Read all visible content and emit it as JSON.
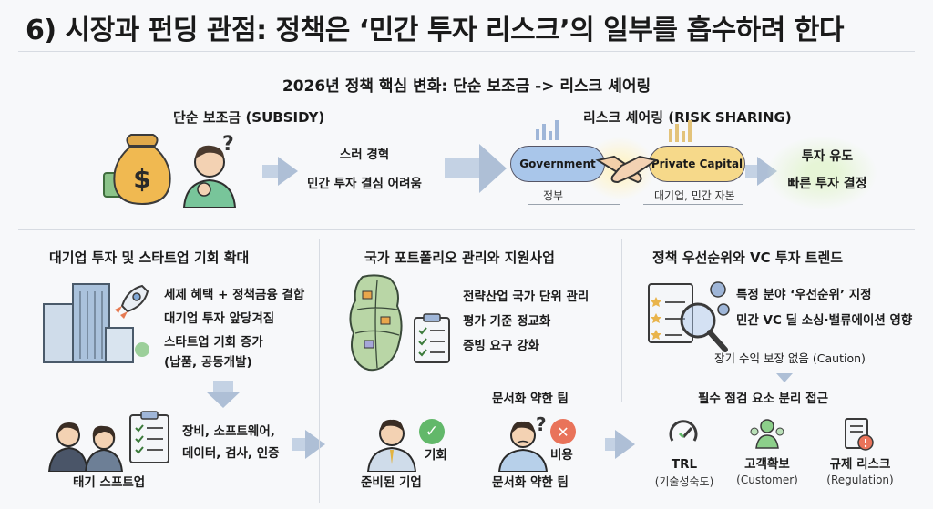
{
  "title": "6) 시장과 펀딩 관점: 정책은 ‘민간 투자 리스크’의 일부를 흡수하려 한다",
  "subtitle": "2026년 정책 핵심 변화: 단순 보조금 -> 리스크 셰어링",
  "top": {
    "subsidy_label": "단순 보조금 (SUBSIDY)",
    "subsidy_line1": "스러 경혁",
    "subsidy_line2": "민간 투자 결심 어려움",
    "risk_label": "리스크 셰어링 (RISK SHARING)",
    "gov_pill": "Government",
    "gov_caption": "정부",
    "private_pill": "Private Capital",
    "private_caption": "대기업, 민간 자본",
    "result_line1": "투자 유도",
    "result_line2": "빠른 투자 결정",
    "question_mark": "?"
  },
  "col1": {
    "heading": "대기업 투자 및 스타트업 기회 확대",
    "items": [
      "세제 혜택 + 정책금융 결합",
      "대기업 투자 앞당겨짐",
      "스타트업 기회 증가",
      "(납품, 공동개발)"
    ],
    "sub_items": [
      "장비, 소프트웨어,",
      "데이터, 검사, 인증"
    ],
    "people_caption": "태기 스프트업"
  },
  "col2": {
    "heading": "국가 포트폴리오 관리와 지원사업",
    "items": [
      "전략산업 국가 단위 관리",
      "평가 기준 정교화",
      "증빙 요구 강화"
    ],
    "weak_team_top": "문서화 약한 팀",
    "prepared_caption": "준비된 기업",
    "opportunity": "기회",
    "cost": "비용",
    "weak_team_bottom": "문서화 약한 팀",
    "question_mark": "?"
  },
  "col3": {
    "heading": "정책 우선순위와 VC 투자 트렌드",
    "items": [
      "특정 분야 ‘우선순위’ 지정",
      "민간 VC 딜 소싱·밸류에이션 영향"
    ],
    "caution": "장기 수익 보장 없음 (Caution)",
    "approach": "필수 점검 요소 분리 접근",
    "pillars": [
      {
        "title": "TRL",
        "sub": "(기술성숙도)"
      },
      {
        "title": "고객확보",
        "sub": "(Customer)"
      },
      {
        "title": "규제 리스크",
        "sub": "(Regulation)"
      }
    ]
  },
  "colors": {
    "accent_blue": "#8fb0dc",
    "gov_fill": "#a9c6ea",
    "private_fill": "#f6d98a",
    "check_green": "#62b86a",
    "x_red": "#e9735a"
  }
}
